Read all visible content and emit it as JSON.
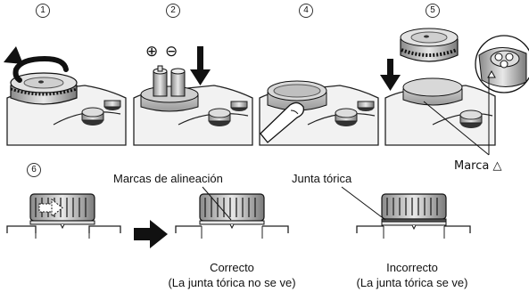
{
  "steps": {
    "s1": "1",
    "s2": "2",
    "s4": "4",
    "s5": "5",
    "s6": "6"
  },
  "battery_symbols": {
    "plus": "⊕",
    "minus": "⊖"
  },
  "labels": {
    "mark": "Marca △",
    "alignment_marks": "Marcas de alineación",
    "oring": "Junta tórica",
    "correct": "Correcto",
    "correct_note": "(La junta tórica no se ve)",
    "incorrect": "Incorrecto",
    "incorrect_note": "(La junta tórica se ve)"
  },
  "icons": {
    "rotate": "counterclockwise-arrow-icon",
    "down": "down-arrow-icon",
    "next": "right-arrow-icon"
  },
  "colors": {
    "ink": "#111111",
    "shade": "#bdbdbd",
    "light": "#e6e6e6",
    "oring": "#6a6a6a"
  }
}
